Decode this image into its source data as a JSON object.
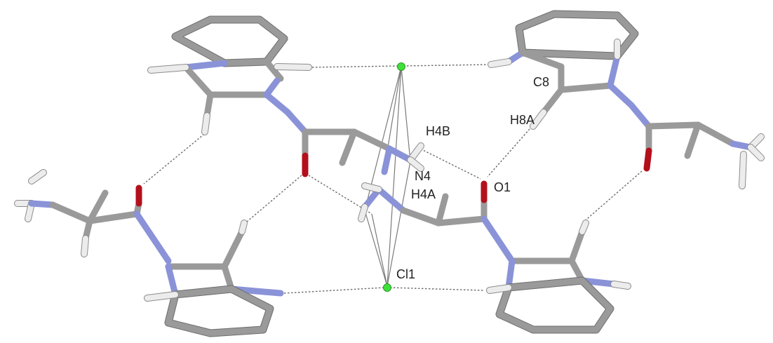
{
  "labels": {
    "c8": "C8",
    "h8a": "H8A",
    "h4b": "H4B",
    "n4": "N4",
    "h4a": "H4A",
    "o1": "O1",
    "cl1": "Cl1"
  },
  "colors": {
    "carbon": "#9a9a9a",
    "nitrogen": "#8a93d8",
    "oxygen": "#b3101c",
    "hydrogen": "#ececec",
    "chlorine": "#3fe03a",
    "hbond": "#6a6a6a"
  }
}
